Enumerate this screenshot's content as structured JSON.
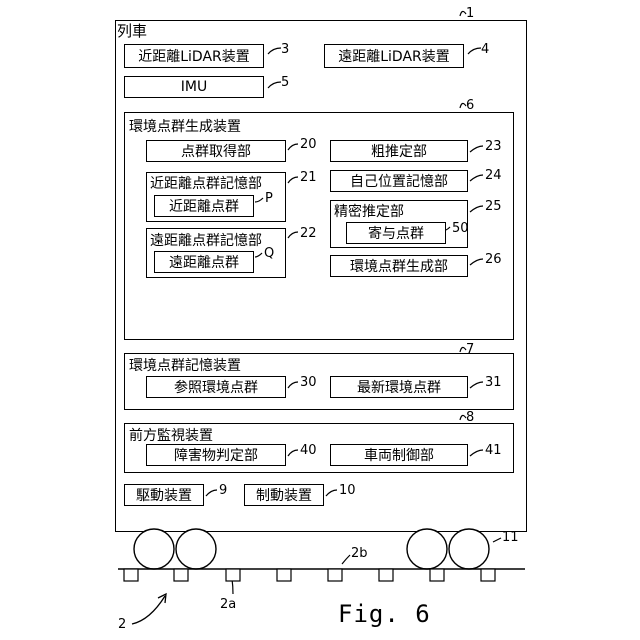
{
  "train": {
    "label": "列車",
    "ref": "1"
  },
  "lidar_near": {
    "label": "近距離LiDAR装置",
    "ref": "3"
  },
  "lidar_far": {
    "label": "遠距離LiDAR装置",
    "ref": "4"
  },
  "imu": {
    "label": "IMU",
    "ref": "5"
  },
  "env_gen": {
    "label": "環境点群生成装置",
    "ref": "6",
    "acquire": {
      "label": "点群取得部",
      "ref": "20"
    },
    "near_store": {
      "label": "近距離点群記憶部",
      "ref": "21",
      "inner": "近距離点群",
      "inner_ref": "P"
    },
    "far_store": {
      "label": "遠距離点群記憶部",
      "ref": "22",
      "inner": "遠距離点群",
      "inner_ref": "Q"
    },
    "coarse": {
      "label": "粗推定部",
      "ref": "23"
    },
    "selfpos": {
      "label": "自己位置記憶部",
      "ref": "24"
    },
    "fine": {
      "label": "精密推定部",
      "ref": "25",
      "inner": "寄与点群",
      "inner_ref": "50"
    },
    "envgen_unit": {
      "label": "環境点群生成部",
      "ref": "26"
    }
  },
  "env_store": {
    "label": "環境点群記憶装置",
    "ref": "7",
    "reference": {
      "label": "参照環境点群",
      "ref": "30"
    },
    "latest": {
      "label": "最新環境点群",
      "ref": "31"
    }
  },
  "monitor": {
    "label": "前方監視装置",
    "ref": "8",
    "obstacle": {
      "label": "障害物判定部",
      "ref": "40"
    },
    "vehicle": {
      "label": "車両制御部",
      "ref": "41"
    }
  },
  "drive": {
    "label": "駆動装置",
    "ref": "9"
  },
  "brake": {
    "label": "制動装置",
    "ref": "10"
  },
  "wheels": {
    "ref": "11"
  },
  "rail": {
    "ref": "2",
    "tie_ref": "2a",
    "rail_ref": "2b"
  },
  "figure": {
    "caption": "Fig. 6"
  }
}
